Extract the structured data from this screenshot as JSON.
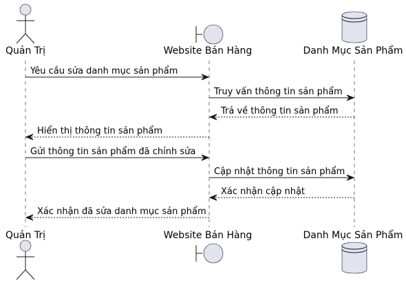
{
  "participants": [
    {
      "id": "admin",
      "label": "Quản Trị",
      "kind": "actor"
    },
    {
      "id": "website",
      "label": "Website Bán Hàng",
      "kind": "boundary"
    },
    {
      "id": "catalog",
      "label": "Danh Mục Sản Phẩm",
      "kind": "database"
    }
  ],
  "messages": [
    {
      "from": "admin",
      "to": "website",
      "text": "Yêu cầu sửa danh mục sản phẩm",
      "style": "sync"
    },
    {
      "from": "website",
      "to": "catalog",
      "text": "Truy vấn thông tin sản phẩm",
      "style": "sync"
    },
    {
      "from": "catalog",
      "to": "website",
      "text": "Trả về thông tin sản phẩm",
      "style": "reply"
    },
    {
      "from": "website",
      "to": "admin",
      "text": "Hiển thị thông tin sản phẩm",
      "style": "reply"
    },
    {
      "from": "admin",
      "to": "website",
      "text": "Gửi thông tin sản phẩm đã chỉnh sửa",
      "style": "sync"
    },
    {
      "from": "website",
      "to": "catalog",
      "text": "Cập nhật thông tin sản phẩm",
      "style": "sync"
    },
    {
      "from": "catalog",
      "to": "website",
      "text": "Xác nhận cập nhật",
      "style": "reply"
    },
    {
      "from": "website",
      "to": "admin",
      "text": "Xác nhận đã sửa danh mục sản phẩm",
      "style": "reply"
    }
  ],
  "colors": {
    "participant_fill": "#E2E2F0",
    "line": "#181818",
    "text": "#000000",
    "background": "#FFFFFF"
  }
}
